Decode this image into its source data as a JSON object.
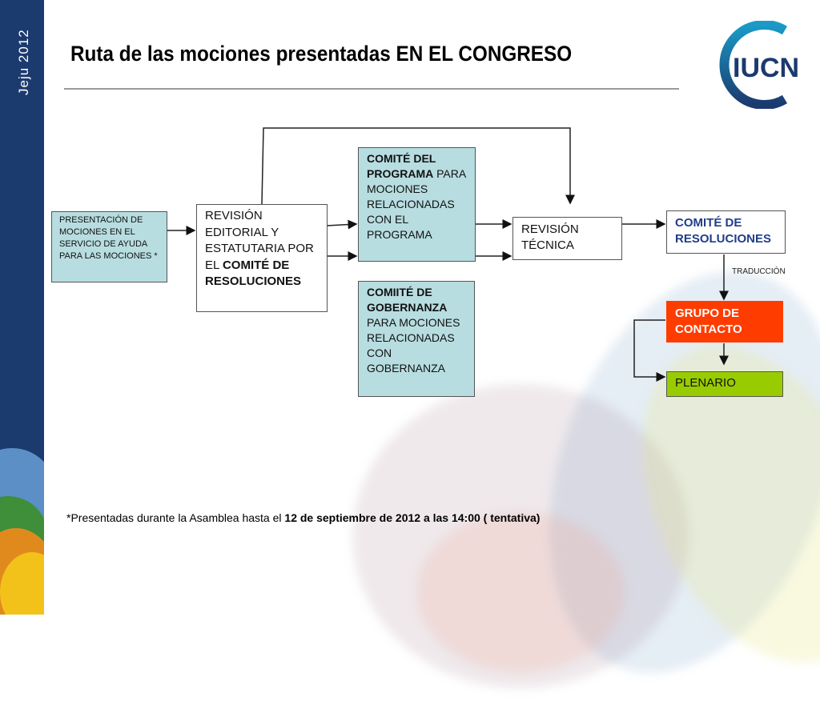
{
  "sidebar": {
    "label": "Jeju  2012"
  },
  "header": {
    "title": "Ruta de las mociones presentadas EN EL CONGRESO",
    "logo_text": "IUCN"
  },
  "diagram": {
    "presentacion": "PRESENTACIÓN DE MOCIONES  EN EL SERVICIO DE AYUDA PARA LAS MOCIONES *",
    "revision_editorial": {
      "normal": "REVISIÓN EDITORIAL Y ESTATUTARIA POR EL",
      "bold": "COMITÉ DE RESOLUCIONES"
    },
    "comite_programa": {
      "bold": "COMITÉ DEL PROGRAMA",
      "normal": "PARA MOCIONES RELACIONADAS CON EL PROGRAMA"
    },
    "comite_gobernanza": {
      "bold": "COMIITÉ DE GOBERNANZA",
      "normal": "PARA MOCIONES RELACIONADAS CON GOBERNANZA"
    },
    "revision_tecnica": "REVISIÓN TÉCNICA",
    "comite_resoluciones": "COMITÉ DE RESOLUCIONES",
    "traduccion": "TRADUCCIÓN",
    "grupo_contacto": "GRUPO DE CONTACTO",
    "plenario": "PLENARIO"
  },
  "footnote": {
    "normal": "*Presentadas durante la Asamblea hasta el ",
    "bold": "12 de septiembre de 2012 a las 14:00 ( tentativa)"
  },
  "colors": {
    "navy": "#1b3a6e",
    "teal": "#b7dde0",
    "orange": "#ff3c00",
    "green": "#99cc00",
    "blue_text": "#1f3d8a"
  }
}
